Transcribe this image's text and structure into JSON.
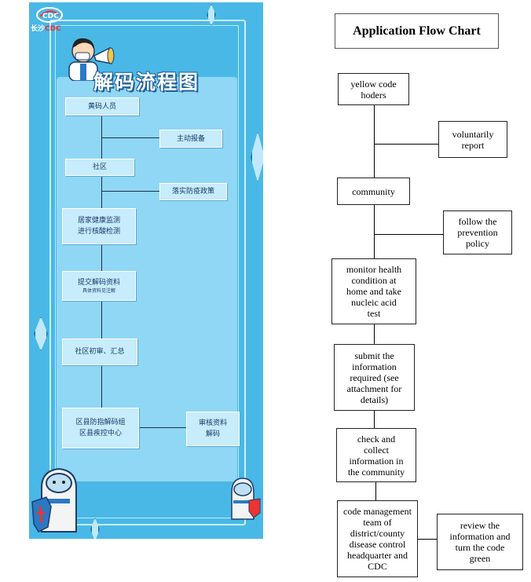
{
  "poster": {
    "logo_text_city": "长沙",
    "logo_text_org": "CDC",
    "title": "解码流程图",
    "boxes": [
      {
        "text": "黄码人员"
      },
      {
        "text": "主动报备"
      },
      {
        "text": "社区"
      },
      {
        "text": "落实防疫政策"
      },
      {
        "line1": "居家健康监测",
        "line2": "进行核酸检测"
      },
      {
        "line1": "提交解码资料",
        "note": "具体资料见注解"
      },
      {
        "text": "社区初审、汇总"
      },
      {
        "line1": "区县防指解码组",
        "line2": "区县疾控中心"
      },
      {
        "line1": "审核资料",
        "line2": "解码"
      }
    ],
    "colors": {
      "background": "#49b8e6",
      "box": "#c7ecfb",
      "text": "#1a3a6a"
    }
  },
  "flowchart": {
    "title": "Application Flow Chart",
    "steps": [
      {
        "lines": [
          "yellow code",
          "hoders"
        ]
      },
      {
        "lines": [
          "voluntarily",
          "report"
        ]
      },
      {
        "lines": [
          "community"
        ]
      },
      {
        "lines": [
          "follow the",
          "prevention",
          "policy"
        ]
      },
      {
        "lines": [
          "monitor health",
          "condition at",
          "home and take",
          "nucleic acid",
          "test"
        ]
      },
      {
        "lines": [
          "submit the",
          "information",
          "required (see",
          "attachment for",
          "details)"
        ]
      },
      {
        "lines": [
          "check and",
          "collect",
          "information in",
          "the community"
        ]
      },
      {
        "lines": [
          "code management",
          "team of",
          "district/county",
          "disease control",
          "headquarter and",
          "CDC"
        ]
      },
      {
        "lines": [
          "review the",
          "information and",
          "turn the code",
          "green"
        ]
      }
    ]
  }
}
